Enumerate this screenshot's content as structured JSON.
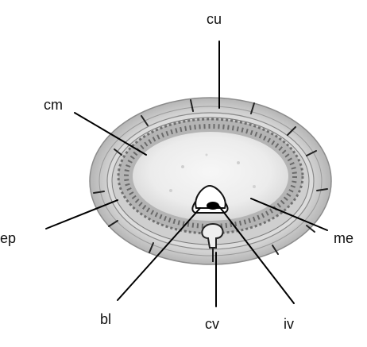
{
  "labels": {
    "cu": "cu",
    "cm": "cm",
    "ep": "ep",
    "me": "me",
    "bl": "bl",
    "cv": "cv",
    "iv": "iv"
  },
  "colors": {
    "ink": "#111111",
    "outer_ring": "#c9c9c9",
    "inner_tissue": "#e6e6e6",
    "muscle": "#7a7a7a",
    "mesenchyme": "#f0f0f0"
  }
}
